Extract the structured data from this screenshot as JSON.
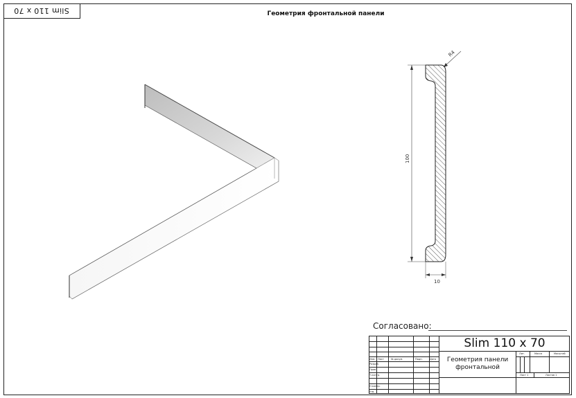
{
  "document": {
    "corner_code": "Slim 110 x 70",
    "sheet_title": "Геометрия фронтальной панели"
  },
  "profile_drawing": {
    "dimension_height": "100",
    "dimension_width": "10",
    "radius_label": "R4"
  },
  "agreement": {
    "label": "Согласовано:"
  },
  "title_block": {
    "product_code": "Slim 110 x 70",
    "part_name_line1": "Геометрия панели",
    "part_name_line2": "фронтальной",
    "col_labels": [
      "Изм.",
      "Лист",
      "№ докум.",
      "Подп.",
      "Дата"
    ],
    "row_labels": [
      "Разраб.",
      "Пров.",
      "Т.контр.",
      "Н.контр.",
      "Утв."
    ],
    "lit_label": "Лит.",
    "mass_label": "Масса",
    "scale_label": "Масштаб",
    "sheet_label": "Лист 1",
    "sheets_label": "Листов 1"
  }
}
